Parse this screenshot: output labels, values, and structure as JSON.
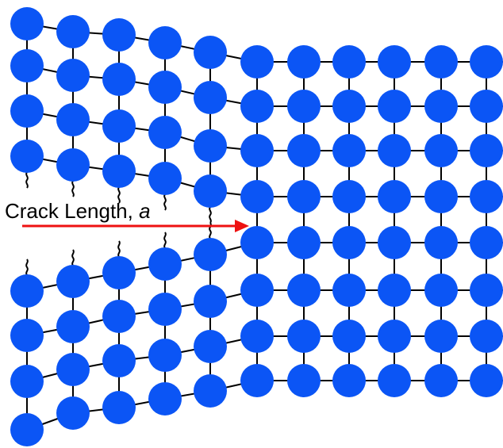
{
  "diagram": {
    "label": {
      "text": "Crack Length, ",
      "variable": "a"
    },
    "colors": {
      "atom": "#0b55f5",
      "bond": "#000000",
      "arrow": "#ee1111",
      "background": "#ffffff"
    },
    "icons": {
      "broken_bond": "wavy-line",
      "arrow": "right-arrow"
    }
  }
}
